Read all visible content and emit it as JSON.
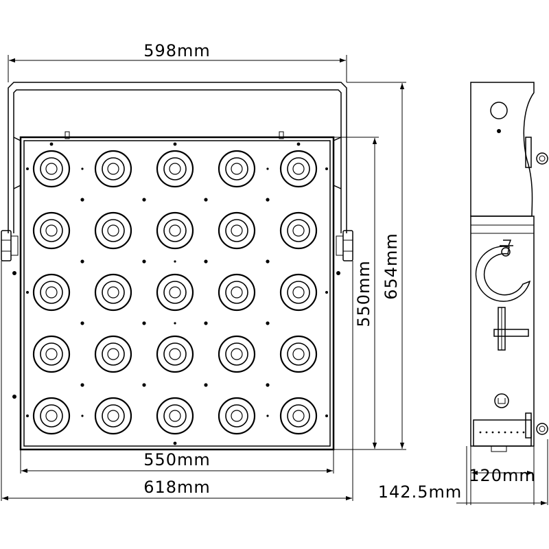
{
  "dimensions": {
    "top_width": "598mm",
    "right_height": "654mm",
    "panel_height": "550mm",
    "panel_width": "550mm",
    "overall_width": "618mm",
    "side_depth": "142.5mm",
    "side_body": "120mm"
  },
  "layout": {
    "led_rows": 5,
    "led_cols": 5
  }
}
